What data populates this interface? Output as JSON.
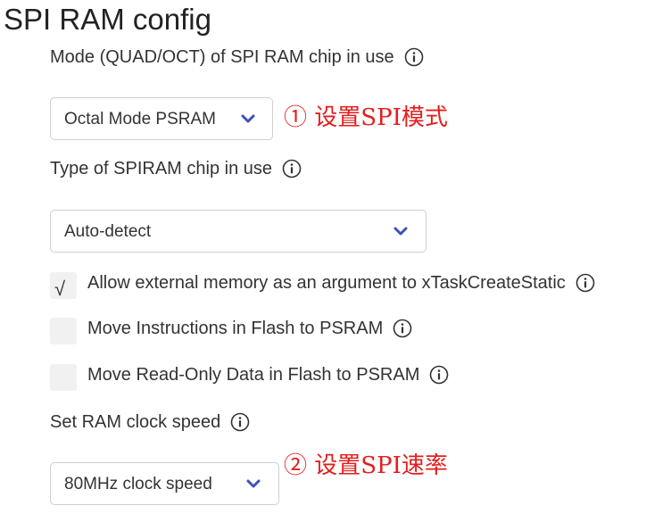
{
  "section_title": "SPI RAM config",
  "mode": {
    "label": "Mode (QUAD/OCT) of SPI RAM chip in use",
    "selected": "Octal Mode PSRAM",
    "annotation": "① 设置SPI模式"
  },
  "chip_type": {
    "label": "Type of SPIRAM chip in use",
    "selected": "Auto-detect"
  },
  "checkboxes": [
    {
      "label": "Allow external memory as an argument to xTaskCreateStatic",
      "checked": true,
      "mark": "√"
    },
    {
      "label": "Move Instructions in Flash to PSRAM",
      "checked": false
    },
    {
      "label": "Move Read-Only Data in Flash to PSRAM",
      "checked": false
    }
  ],
  "clock_speed": {
    "label": "Set RAM clock speed",
    "selected": "80MHz clock speed",
    "annotation": "② 设置SPI速率"
  },
  "colors": {
    "annotation": "#e41e1e",
    "chevron": "#3f51b5",
    "checkbox_bg": "#f1f1f1",
    "border": "#cfcfcf"
  },
  "icons": {
    "info": "info-circle-icon",
    "dropdown": "chevron-down-icon"
  }
}
